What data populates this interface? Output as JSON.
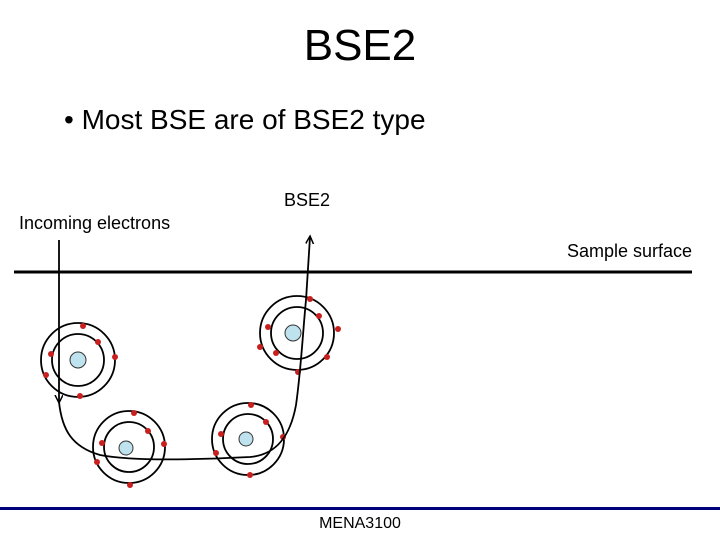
{
  "slide": {
    "title": "BSE2",
    "bullet": "• Most BSE are of BSE2 type",
    "footer": "MENA3100"
  },
  "diagram": {
    "labels": {
      "bse2": "BSE2",
      "incoming": "Incoming electrons",
      "surface": "Sample surface"
    },
    "atom_count": 4,
    "colors": {
      "nucleus": "#bfe3ee",
      "electron": "#c8201e",
      "line": "#000000",
      "footer_rule": "#00007a"
    }
  }
}
